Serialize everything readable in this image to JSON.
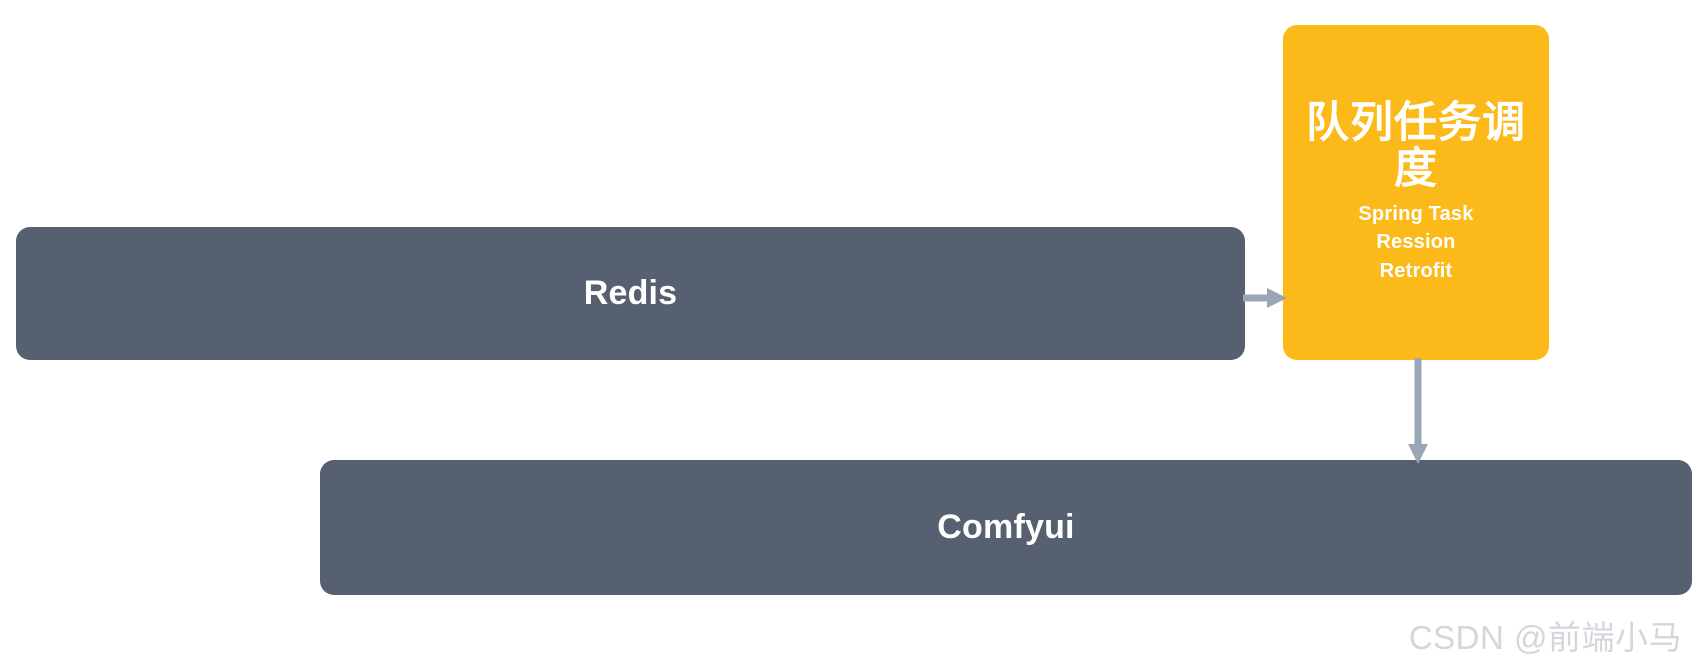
{
  "diagram": {
    "background_color": "#ffffff",
    "nodes": [
      {
        "id": "redis",
        "label": "Redis",
        "color": "#566070",
        "text_color": "#ffffff"
      },
      {
        "id": "queue",
        "title": "队列任务调度",
        "subtitle_lines": [
          "Spring Task",
          "Ression",
          "Retrofit"
        ],
        "color": "#FBBA1A",
        "text_color": "#ffffff"
      },
      {
        "id": "comfyui",
        "label": "Comfyui",
        "color": "#566070",
        "text_color": "#ffffff"
      }
    ],
    "connectors": [
      {
        "id": "redis-to-queue",
        "from": "redis",
        "to": "queue",
        "direction": "right",
        "color": "#9BA6B4"
      },
      {
        "id": "queue-to-comfyui",
        "from": "queue",
        "to": "comfyui",
        "direction": "down",
        "color": "#9BA6B4"
      }
    ]
  },
  "watermark": {
    "text": "CSDN @前端小马",
    "color": "#d3d7dc"
  }
}
